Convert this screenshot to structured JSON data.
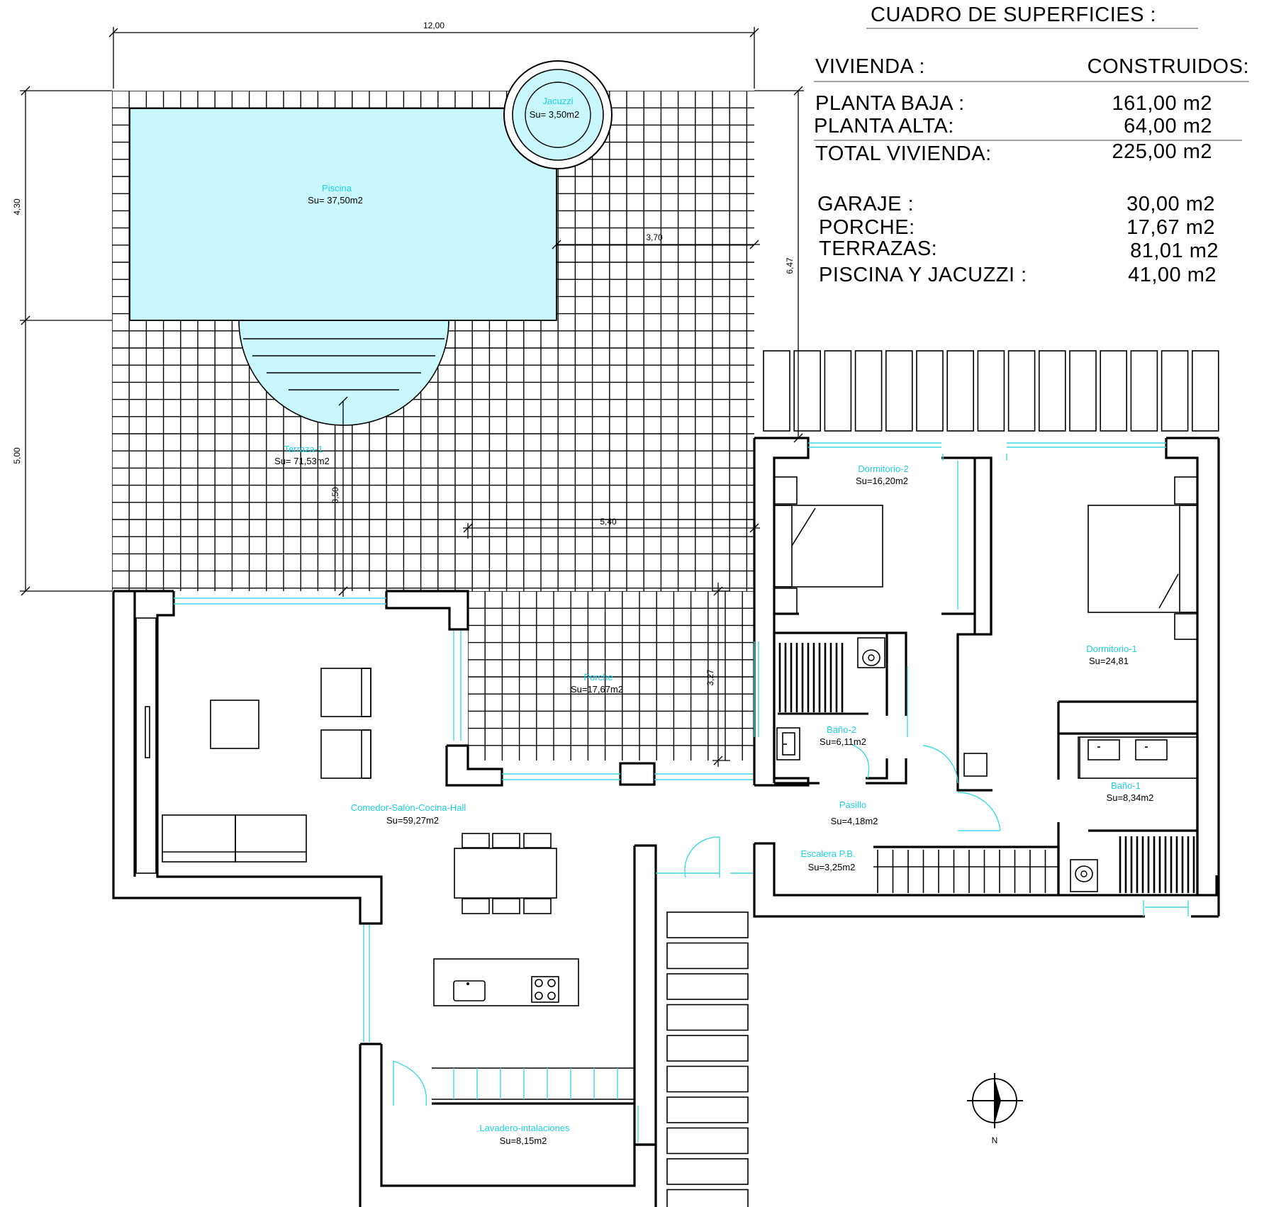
{
  "areas_table": {
    "title": "CUADRO DE SUPERFICIES :",
    "header_left": "VIVIENDA :",
    "header_right": "CONSTRUIDOS:",
    "rows": [
      {
        "label": "PLANTA BAJA :",
        "value": "161,00 m2"
      },
      {
        "label": "PLANTA ALTA:",
        "value": "64,00 m2"
      }
    ],
    "total": {
      "label": "TOTAL VIVIENDA:",
      "value": "225,00 m2"
    },
    "extras": [
      {
        "label": "GARAJE :",
        "value": "30,00 m2"
      },
      {
        "label": "PORCHE:",
        "value": "17,67 m2"
      },
      {
        "label": "TERRAZAS:",
        "value": "81,01 m2"
      },
      {
        "label": "PISCINA Y JACUZZI :",
        "value": "41,00 m2"
      }
    ]
  },
  "rooms": {
    "jacuzzi": {
      "name": "Jacuzzi",
      "area": "Su=   3,50m2"
    },
    "piscina": {
      "name": "Piscina",
      "area": "Su=   37,50m2"
    },
    "terraza": {
      "name": "Terraza-1",
      "area": "Su=   71,53m2"
    },
    "porche": {
      "name": "Porche",
      "area": "Su=17,67m2"
    },
    "salon": {
      "name": "Comedor-Salón-Cocina-Hall",
      "area": "Su=59,27m2"
    },
    "lavadero": {
      "name": "Lavadero-intalaciones",
      "area": "Su=8,15m2"
    },
    "dormitorio2": {
      "name": "Dormitorio-2",
      "area": "Su=16,20m2"
    },
    "dormitorio1": {
      "name": "Dormitorio-1",
      "area": "Su=24,81"
    },
    "bano2": {
      "name": "Baño-2",
      "area": "Su=6,11m2"
    },
    "bano1": {
      "name": "Baño-1",
      "area": "Su=8,34m2"
    },
    "pasillo": {
      "name": "Pasillo",
      "area": "Su=4,18m2"
    },
    "escalera": {
      "name": "Escalera P.B.",
      "area": "Su=3,25m2"
    }
  },
  "dimensions": {
    "top_width": "12,00",
    "left_upper": "4,30",
    "left_lower": "5,00",
    "right_height": "6,47",
    "pool_to_edge": "3,70",
    "terrace_depth": "3,50",
    "porch_width": "5,40",
    "porch_depth": "3,27"
  },
  "compass": {
    "label": "N"
  },
  "colors": {
    "line": "#000000",
    "accent": "#3fd8e6",
    "pool_fill": "#c8f8fd"
  }
}
